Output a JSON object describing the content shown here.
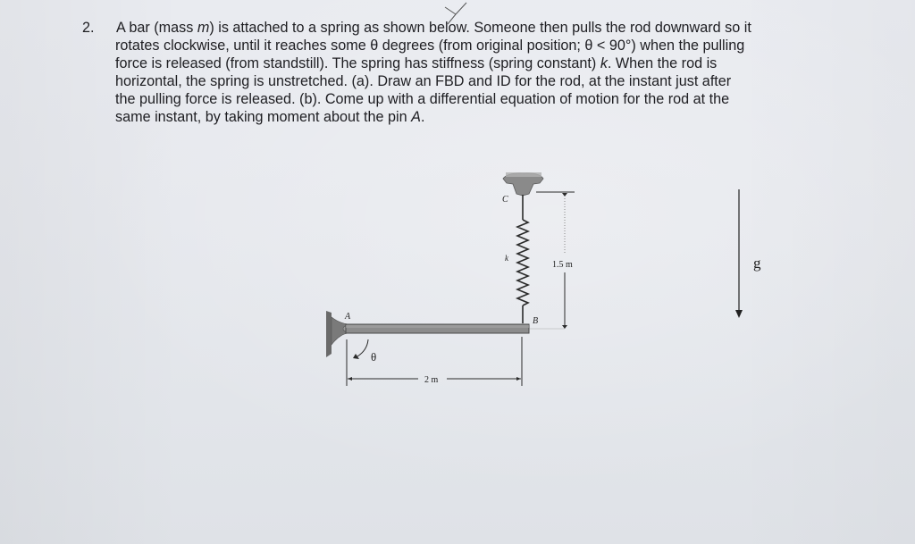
{
  "problem": {
    "number": "2.",
    "lines": [
      {
        "pre": "A bar (mass ",
        "var": "m",
        "post": ") is attached to a spring as shown below. Someone then pulls the rod downward so it"
      },
      {
        "text": "rotates clockwise, until it reaches some θ degrees (from original position; θ < 90°) when the pulling"
      },
      {
        "pre": "force is released (from standstill). The spring has stiffness (spring constant) ",
        "var": "k",
        "post": ". When the rod is"
      },
      {
        "text": "horizontal, the spring is unstretched. (a). Draw an FBD and ID for the rod, at the instant just after"
      },
      {
        "text": "the pulling force is released. (b). Come up with a differential equation of motion for the rod at the"
      },
      {
        "pre": "same instant, by taking moment about the pin ",
        "var": "A",
        "post": "."
      }
    ]
  },
  "diagram": {
    "labels": {
      "pin_a": "A",
      "point_b": "B",
      "point_c": "C",
      "spring_k": "k",
      "angle": "θ",
      "rod_length": "2 m",
      "spring_height": "1.5 m",
      "gravity": "g"
    },
    "colors": {
      "rod": "#8c8c8c",
      "rod_edge": "#4a4a4a",
      "support": "#707070",
      "line": "#2a2a2a"
    }
  }
}
